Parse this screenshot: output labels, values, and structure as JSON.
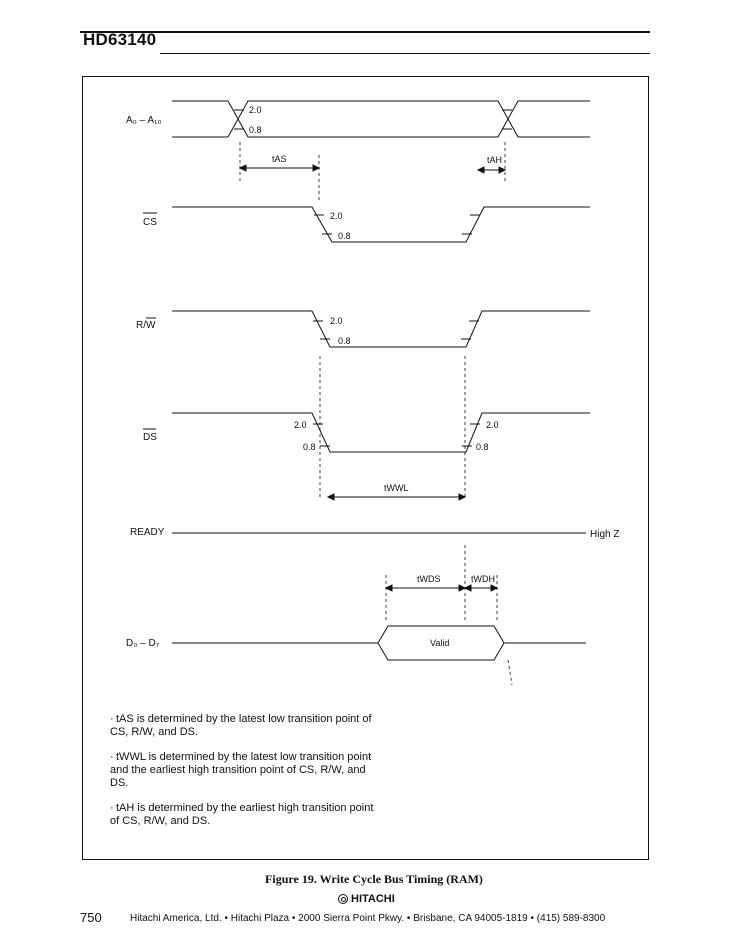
{
  "header": {
    "title": "HD63140"
  },
  "signals": {
    "address": "A₀ – A₁₀",
    "cs": "CS",
    "rw": "R/W",
    "ds": "DS",
    "ready": "READY",
    "data": "D₀ – D₇"
  },
  "levels": {
    "high": "2.0",
    "low": "0.8"
  },
  "timings": {
    "tas": "tAS",
    "tah": "tAH",
    "twwl": "tWWL",
    "twds": "tWDS",
    "twdh": "tWDH"
  },
  "labels": {
    "high_z": "High Z",
    "valid": "Valid"
  },
  "notes": [
    "tAS is determined by the latest low transition point of CS, R/W, and DS.",
    "tWWL is determined by the latest low transition point and the earliest high transition point of CS, R/W, and DS.",
    "tAH is determined by the earliest high transition point of CS, R/W, and DS."
  ],
  "caption": "Figure 19.   Write Cycle Bus Timing (RAM)",
  "footer": {
    "page_number": "750",
    "brand": "HITACHI",
    "address": "Hitachi America, Ltd. • Hitachi Plaza • 2000 Sierra Point Pkwy. • Brisbane, CA 94005-1819 • (415) 589-8300"
  }
}
